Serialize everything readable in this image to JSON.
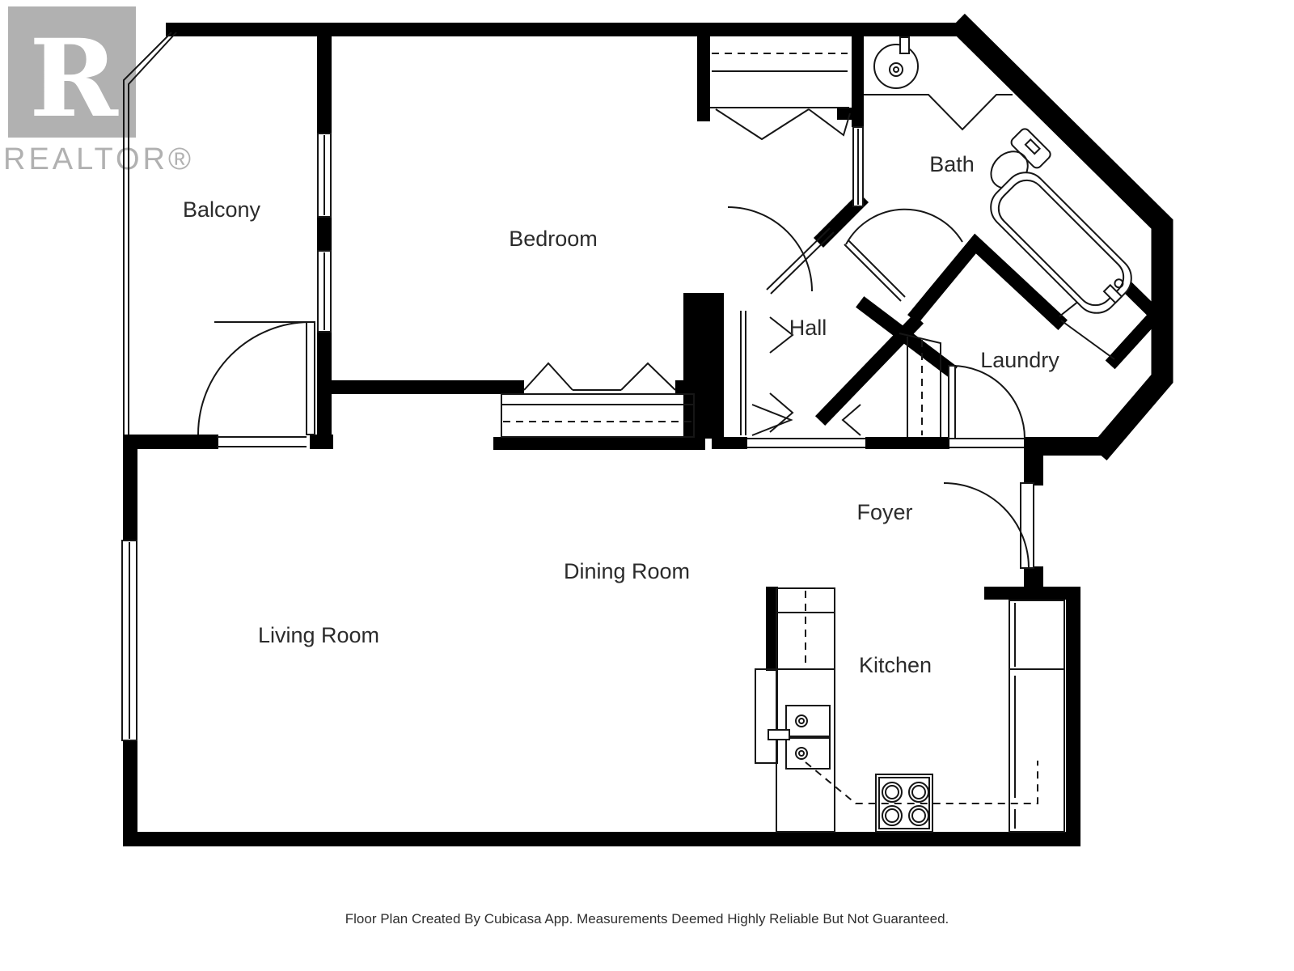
{
  "logo": {
    "monogram": "R",
    "wordmark": "REALTOR®"
  },
  "rooms": [
    {
      "label": "Balcony"
    },
    {
      "label": "Bedroom"
    },
    {
      "label": "Bath"
    },
    {
      "label": "Hall"
    },
    {
      "label": "Laundry"
    },
    {
      "label": "Foyer"
    },
    {
      "label": "Dining Room"
    },
    {
      "label": "Living Room"
    },
    {
      "label": "Kitchen"
    }
  ],
  "footer": {
    "disclaimer": "Floor Plan Created By Cubicasa App. Measurements Deemed Highly Reliable But Not Guaranteed."
  },
  "colors": {
    "wall": "#000000",
    "line": "#161616",
    "label": "#2b2b2b",
    "logo_gray": "#b1b1b1",
    "background": "#ffffff"
  }
}
